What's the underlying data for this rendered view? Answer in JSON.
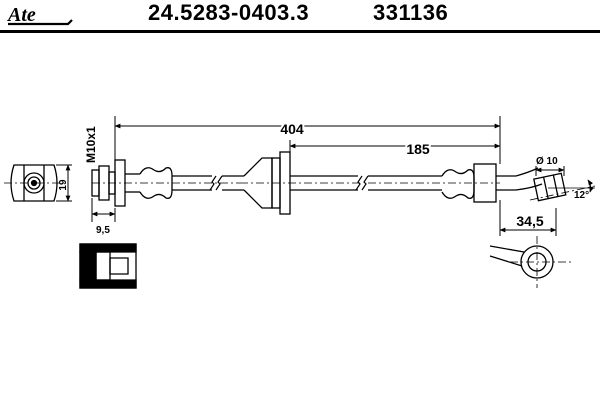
{
  "header": {
    "brand": "Ate",
    "part_number": "24.5283-0403.3",
    "reference_number": "331136"
  },
  "dimensions": {
    "thread": "M10x1",
    "nut_height": "19",
    "nut_width": "9,5",
    "total_length": "404",
    "partial_length": "185",
    "diameter": "Ø 10",
    "angle": "12°",
    "eye_offset": "34,5"
  },
  "colors": {
    "ink": "#000000",
    "background": "#ffffff"
  }
}
